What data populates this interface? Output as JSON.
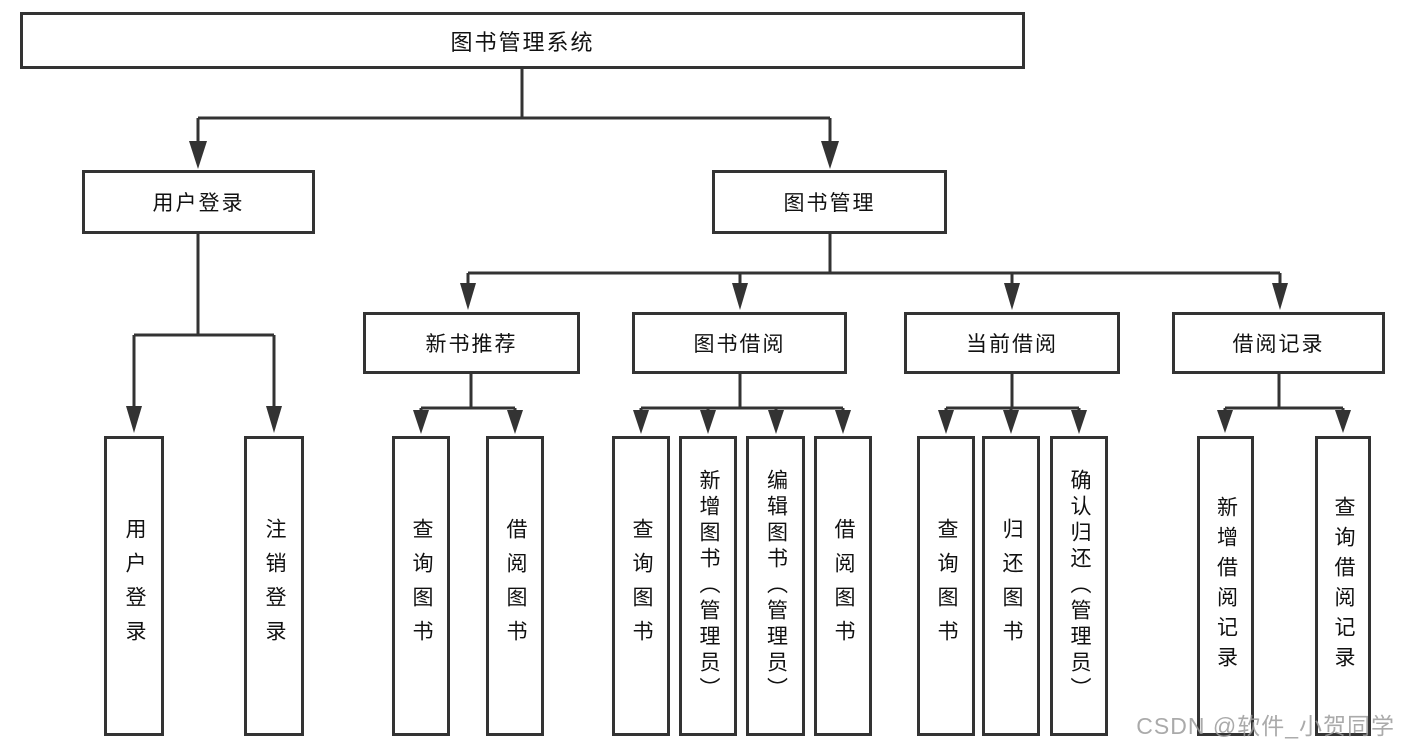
{
  "diagram": {
    "title": "图书管理系统",
    "userLogin": {
      "label": "用户登录",
      "children": [
        "用户登录",
        "注销登录"
      ]
    },
    "bookManagement": {
      "label": "图书管理",
      "newBookRecommend": {
        "label": "新书推荐",
        "children": [
          "查询图书",
          "借阅图书"
        ]
      },
      "bookBorrow": {
        "label": "图书借阅",
        "children": [
          "查询图书",
          "新增图书（管理员）",
          "编辑图书（管理员）",
          "借阅图书"
        ]
      },
      "currentBorrow": {
        "label": "当前借阅",
        "children": [
          "查询图书",
          "归还图书",
          "确认归还（管理员）"
        ]
      },
      "borrowRecord": {
        "label": "借阅记录",
        "children": [
          "新增借阅记录",
          "查询借阅记录"
        ]
      }
    },
    "line_color": "#333333",
    "box_background": "#ffffff",
    "text_color": "#111111"
  },
  "watermark": {
    "text": "CSDN @软件_小贺同学"
  }
}
